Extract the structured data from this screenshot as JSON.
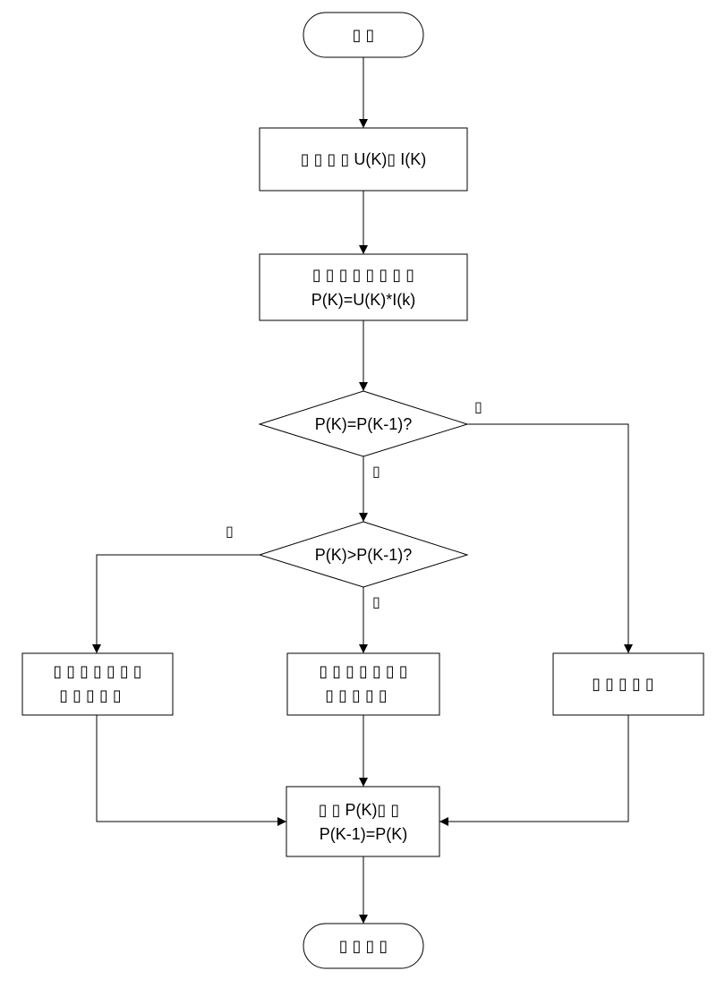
{
  "flowchart": {
    "start": "▯ ▯",
    "read": "▯ ▯ ▯ ▯ U(K)▯ I(K)",
    "compute_line1": "▯ ▯ ▯ ▯ ▯ ▯ ▯ ▯",
    "compute_line2": "P(K)=U(K)*I(k)",
    "decision_equal": "P(K)=P(K-1)?",
    "decision_greater": "P(K)>P(K-1)?",
    "branch_equal_yes": "▯",
    "branch_equal_no": "▯",
    "branch_greater_left": "▯",
    "branch_greater_down": "▯",
    "left_box_line1": "▯ ▯ ▯ ▯ ▯ ▯ ▯",
    "left_box_line2": "▯ ▯ ▯ ▯ ▯",
    "middle_box_line1": "▯ ▯ ▯ ▯ ▯ ▯ ▯",
    "middle_box_line2": "▯ ▯ ▯ ▯ ▯",
    "right_box": "▯ ▯ ▯ ▯ ▯",
    "store_line1": "▯ ▯ P(K)▯ ▯",
    "store_line2": "P(K-1)=P(K)",
    "end": "▯ ▯ ▯ ▯"
  }
}
